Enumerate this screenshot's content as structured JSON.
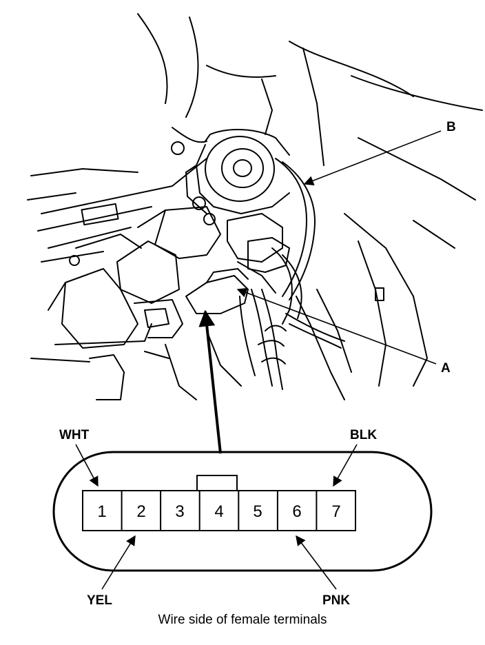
{
  "callouts": {
    "b": "B",
    "a": "A"
  },
  "wires": {
    "pin1": "WHT",
    "pin7": "BLK",
    "pin2": "YEL",
    "pin6": "PNK"
  },
  "connector": {
    "pins": [
      "1",
      "2",
      "3",
      "4",
      "5",
      "6",
      "7"
    ]
  },
  "caption": "Wire side of female terminals"
}
